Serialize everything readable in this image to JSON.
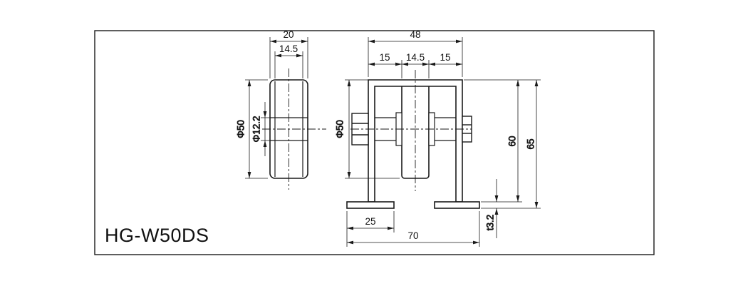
{
  "title": "HG-W50DS",
  "side_view": {
    "dim_width": "20",
    "dim_tread": "14.5",
    "dim_outer_dia": "Φ50",
    "dim_bore_dia": "Φ12.2"
  },
  "front_view": {
    "dim_top_width": "48",
    "dim_left_offset": "15",
    "dim_wheel_width": "14.5",
    "dim_right_offset": "15",
    "dim_wheel_dia": "Φ50",
    "dim_height_inner": "60",
    "dim_height_overall": "65",
    "dim_pad_length": "25",
    "dim_base_width": "70",
    "dim_thickness": "t3.2"
  },
  "colors": {
    "line": "#1a1a1a",
    "background": "#ffffff"
  }
}
